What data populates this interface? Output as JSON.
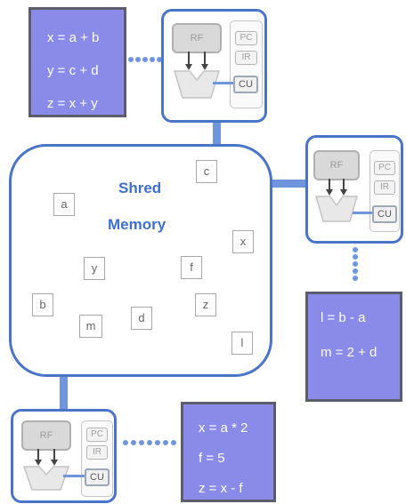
{
  "processors": [
    {
      "code_lines": [
        "x = a + b",
        "y = c + d",
        "z = x + y"
      ],
      "units": {
        "rf": "RF",
        "pc": "PC",
        "ir": "IR",
        "cu": "CU"
      }
    },
    {
      "code_lines": [
        "l = b - a",
        "m = 2 + d"
      ],
      "units": {
        "rf": "RF",
        "pc": "PC",
        "ir": "IR",
        "cu": "CU"
      }
    },
    {
      "code_lines": [
        "x = a * 2",
        "f = 5",
        "z = x - f"
      ],
      "units": {
        "rf": "RF",
        "pc": "PC",
        "ir": "IR",
        "cu": "CU"
      }
    }
  ],
  "memory": {
    "title_line1": "Shred",
    "title_line2": "Memory",
    "variables": [
      "c",
      "a",
      "x",
      "y",
      "f",
      "b",
      "z",
      "d",
      "m",
      "l"
    ]
  },
  "colors": {
    "code_box_fill": "#8a8ae8",
    "processor_border": "#4a74c8",
    "connector": "#6f96dc"
  }
}
